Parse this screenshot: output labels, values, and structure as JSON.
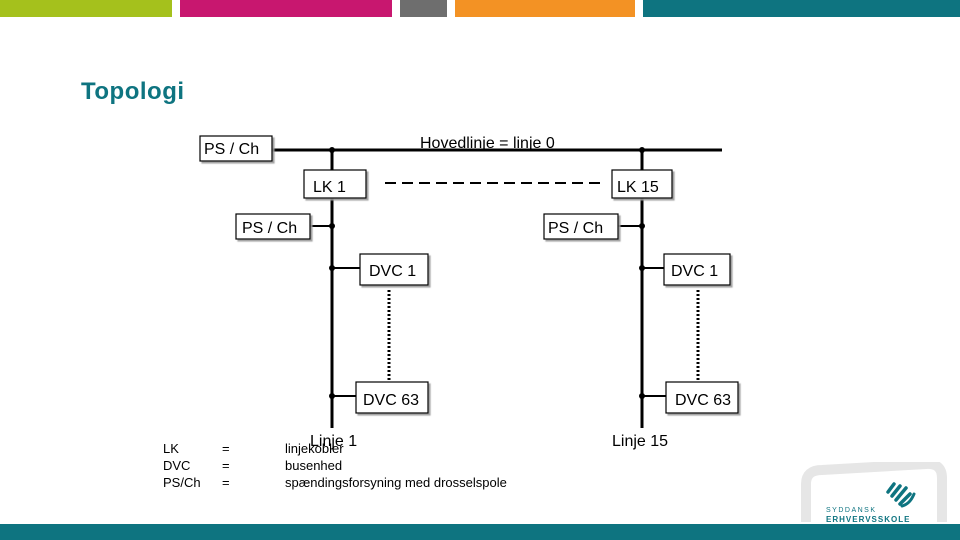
{
  "title": "Topologi",
  "diagram": {
    "main_line": "Hovedlinje = linje 0",
    "ps_ch_main": "PS / Ch",
    "lk1": "LK 1",
    "lk15": "LK 15",
    "ps_ch_line1": "PS / Ch",
    "ps_ch_line15": "PS / Ch",
    "dvc1_line1": "DVC 1",
    "dvc63_line1": "DVC 63",
    "dvc1_line15": "DVC 1",
    "dvc63_line15": "DVC 63",
    "line1": "Linje 1",
    "line15": "Linje 15"
  },
  "legend": {
    "abbreviations": [
      "LK",
      "DVC",
      "PS/Ch"
    ],
    "equals": [
      "=",
      "=",
      "="
    ],
    "descriptions": [
      "linjekobler",
      "busenhed",
      "spændingsforsyning med drosselspole"
    ]
  },
  "colors": {
    "accent_teal": "#0e7480",
    "bar_lime": "#a5c11c",
    "bar_magenta": "#c8176f",
    "bar_gray": "#6e6e6e",
    "bar_orange": "#f39224"
  },
  "logo": {
    "line1": "SYDDANSK",
    "line2": "ERHVERVSSKOLE",
    "icon": "hands-icon"
  }
}
